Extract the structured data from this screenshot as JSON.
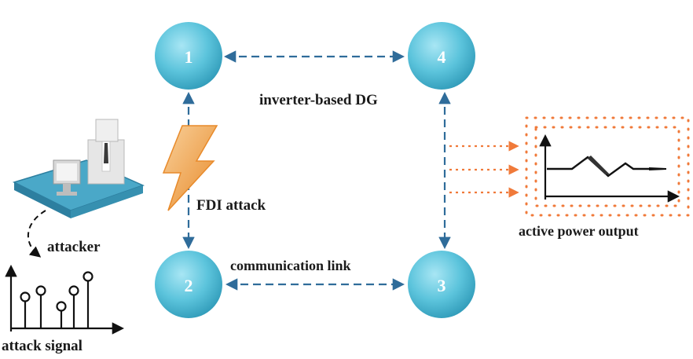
{
  "nodes": [
    {
      "id": "1",
      "label": "1"
    },
    {
      "id": "4",
      "label": "4"
    },
    {
      "id": "2",
      "label": "2"
    },
    {
      "id": "3",
      "label": "3"
    }
  ],
  "labels": {
    "dg": "inverter-based DG",
    "fdi": "FDI  attack",
    "comm_link": "communication link",
    "attacker": "attacker",
    "attack_signal": "attack  signal",
    "power_output": "active power output"
  },
  "icons": {
    "lightning": "lightning-bolt-icon",
    "attacker": "attacker-at-computer-icon"
  },
  "colors": {
    "node_fill": "#5cc4dc",
    "link": "#2f6c9a",
    "bolt": "#f0a848",
    "dots": "#f07a3a"
  }
}
